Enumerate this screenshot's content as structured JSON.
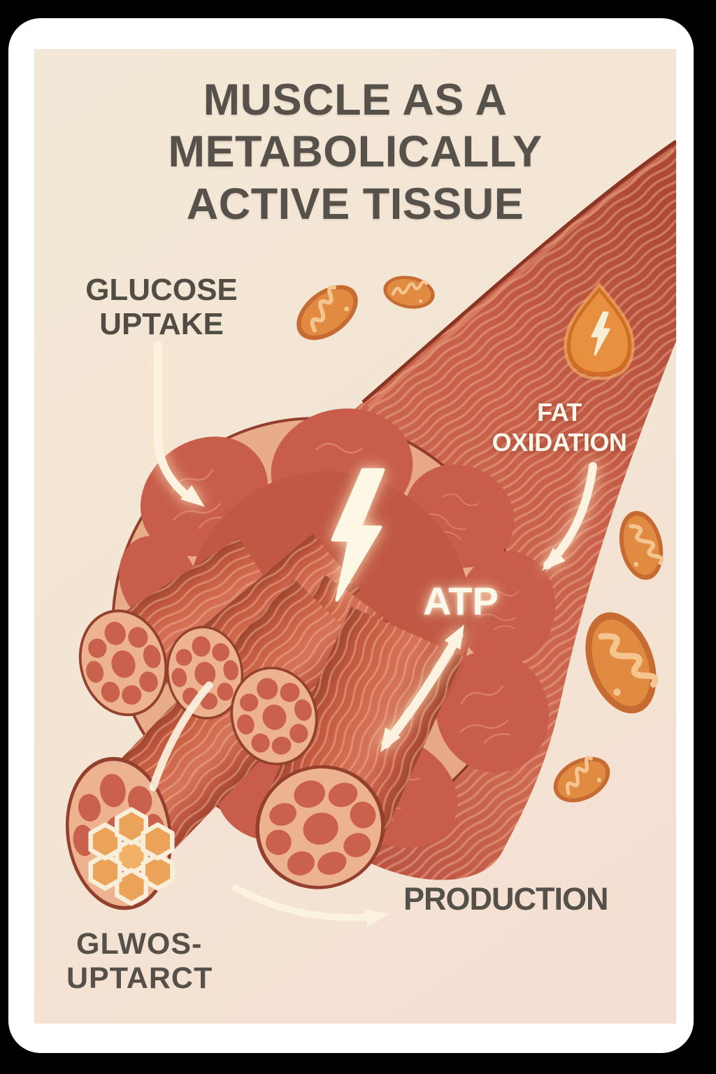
{
  "poster": {
    "title": {
      "line1": "MUSCLE AS A",
      "line2": "METABOLICALLY",
      "line3": "ACTIVE TISSUE"
    },
    "labels": {
      "glucose_uptake_line1": "GLUCOSE",
      "glucose_uptake_line2": "UPTAKE",
      "fat_oxidation_line1": "FAT",
      "fat_oxidation_line2": "OXIDATION",
      "atp": "ATP",
      "production": "PRODUCTION",
      "garbled_line1": "GLWOS-",
      "garbled_line2": "UPTARCT"
    },
    "icons": {
      "mitochondrion": "mitochondrion-icon",
      "lightning_bolt": "lightning-bolt-icon",
      "energy_teardrop": "energy-teardrop-icon",
      "honeycomb": "honeycomb-glucose-icon"
    },
    "colors": {
      "page_background": "#000000",
      "card": "#ffffff",
      "canvas_background": "#f3e6d5",
      "title_text": "#56524b",
      "dark_label_text": "#514d45",
      "light_label_text": "#fcf6ea",
      "muscle_red": "#c75f49",
      "muscle_edge_dark": "#8a3423",
      "perimysium_pink": "#e9ab89",
      "fascicle_red": "#c75d4a",
      "mitochondrion_orange": "#e08a42",
      "mitochondrion_rim": "#c66b32",
      "cristae_cream": "#f4c58e",
      "arrow_cream": "#fbf2df",
      "honeycomb_orange": "#eba35a",
      "teardrop_orange": "#e79140"
    }
  }
}
